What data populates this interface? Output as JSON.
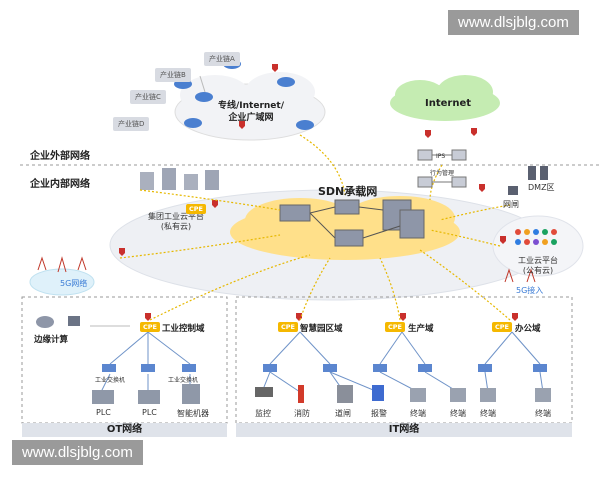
{
  "watermark_top": "www.dlsjblg.com",
  "watermark_bottom": "www.dlsjblg.com",
  "external_section": "企业外部网络",
  "internal_section": "企业内部网络",
  "chains": [
    "产业链A",
    "产业链B",
    "产业链C",
    "产业链D"
  ],
  "wan_cloud": "专线/Internet/\n企业广域网",
  "internet_cloud": "Internet",
  "ips": "IPS",
  "behavior_mgmt": "行为管理",
  "dmz": "DMZ区",
  "gateway": "网闸",
  "sdn": "SDN承载网",
  "private_cloud": "集团工业云平台\n(私有云)",
  "public_cloud": "工业云平台\n(公有云)",
  "g5_network": "5G网络",
  "g5_access": "5G接入",
  "cpe": "CPE",
  "edge_computing": "边缘计算",
  "zones": {
    "industrial": "工业控制域",
    "campus": "智慧园区域",
    "production": "生产域",
    "office": "办公域"
  },
  "switch_label": "工业交换机",
  "ot_devices": [
    "PLC",
    "PLC",
    "智能机器"
  ],
  "it_devices": [
    "监控",
    "消防",
    "道闸",
    "报警",
    "终端",
    "终端",
    "终端",
    "终端"
  ],
  "ot_bar": "OT网络",
  "it_bar": "IT网络"
}
